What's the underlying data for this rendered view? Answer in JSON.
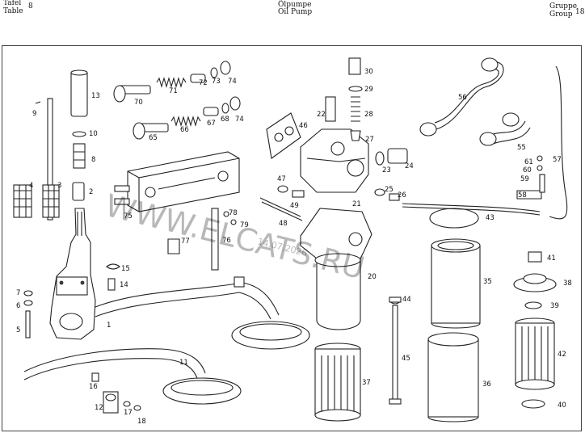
{
  "header": {
    "left_line1": "Tafel",
    "left_number": "8",
    "left_line2": "Table",
    "center_line1": "Ölpumpe",
    "center_line2": "Oil Pump",
    "right_line1": "Gruppe",
    "right_line2": "Group",
    "right_number": "18"
  },
  "watermark": {
    "text": "WWW.ELCATS.RU",
    "stamp": "14.07.2026"
  },
  "part_labels": {
    "p1": "1",
    "p2": "2",
    "p3": "3",
    "p4": "4",
    "p5": "5",
    "p6": "6",
    "p7": "7",
    "p8": "8",
    "p9": "9",
    "p10": "10",
    "p11": "11",
    "p12": "12",
    "p13": "13",
    "p14": "14",
    "p15": "15",
    "p16": "16",
    "p17": "17",
    "p18": "18",
    "p20": "20",
    "p21": "21",
    "p22": "22",
    "p23": "23",
    "p24": "24",
    "p25": "25",
    "p26": "26",
    "p27": "27",
    "p28": "28",
    "p29": "29",
    "p30": "30",
    "p35": "35",
    "p36": "36",
    "p37": "37",
    "p38": "38",
    "p39": "39",
    "p40": "40",
    "p41": "41",
    "p42": "42",
    "p43": "43",
    "p44": "44",
    "p45": "45",
    "p46": "46",
    "p47": "47",
    "p48": "48",
    "p49": "49",
    "p55": "55",
    "p56": "56",
    "p57": "57",
    "p58": "58",
    "p59": "59",
    "p60": "60",
    "p61": "61",
    "p65": "65",
    "p66": "66",
    "p67": "67",
    "p68": "68",
    "p70": "70",
    "p71": "71",
    "p72": "72",
    "p73": "73",
    "p74a": "74",
    "p74b": "74",
    "p75": "75",
    "p76": "76",
    "p77": "77",
    "p78": "78",
    "p79": "79"
  }
}
